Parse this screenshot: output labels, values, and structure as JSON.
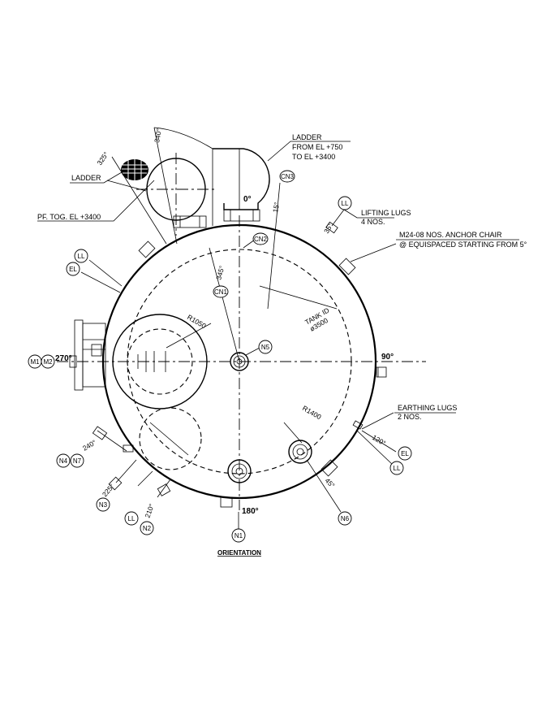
{
  "title": "ORIENTATION",
  "angles": {
    "deg_0": "0°",
    "deg_90": "90°",
    "deg_180": "180°",
    "deg_270": "270°"
  },
  "dimensions": {
    "a340": "340°",
    "a325": "325°",
    "a345": "345°",
    "a15": "15°",
    "a35": "35°",
    "a120": "120°",
    "a45": "45°",
    "a240": "240°",
    "a225": "225°",
    "a210": "210°",
    "r1050": "R1050",
    "r1400": "R1400",
    "tank_id": "TANK ID",
    "tank_dia": "ø3500"
  },
  "notes": {
    "ladder_top_1": "LADDER",
    "ladder_top_2": "FROM EL +750",
    "ladder_top_3": "TO EL +3400",
    "ladder_left": "LADDER",
    "platform": "PF. TOG. EL +3400",
    "lifting_1": "LIFTING LUGS",
    "lifting_2": "4 NOS.",
    "anchor_1": "M24-08 NOS. ANCHOR CHAIR",
    "anchor_2": "@ EQUISPACED STARTING FROM 5°",
    "earthing_1": "EARTHING LUGS",
    "earthing_2": "2 NOS."
  },
  "tags": {
    "cn3": "CN3",
    "cn2": "CN2",
    "cn1": "CN1",
    "ll_top": "LL",
    "ll_left": "LL",
    "el_left": "EL",
    "m1": "M1",
    "m2": "M2",
    "n5": "N5",
    "el_right": "EL",
    "ll_right": "LL",
    "n4": "N4",
    "n7": "N7",
    "n3": "N3",
    "ll_bottom": "LL",
    "n2": "N2",
    "n1": "N1",
    "n6": "N6"
  }
}
